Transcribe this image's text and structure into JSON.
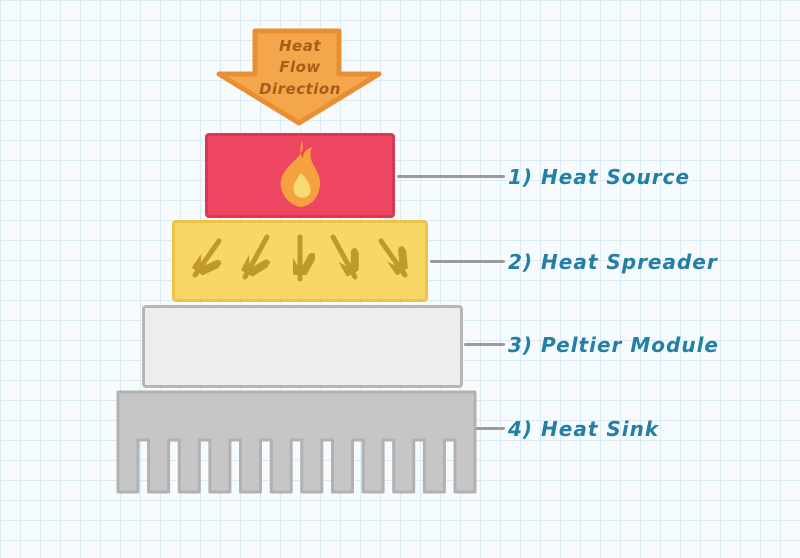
{
  "diagram": {
    "flow_arrow": {
      "label": "Heat\nFlow\nDirection"
    },
    "layers": [
      {
        "name": "Heat Source",
        "annotation": "1) Heat Source"
      },
      {
        "name": "Heat Spreader",
        "annotation": "2) Heat Spreader"
      },
      {
        "name": "Peltier Module",
        "annotation": "3) Peltier Module"
      },
      {
        "name": "Heat Sink",
        "annotation": "4) Heat Sink"
      }
    ],
    "icons": {
      "flow_arrow": "down-arrow-icon",
      "heat_source": "flame-icon",
      "heat_spreader": "spread-arrow-icon"
    }
  },
  "colors": {
    "canvas_bg": "#f7fbfd",
    "grid_line": "#d9ebf4",
    "arrow_fill": "#f4a74a",
    "arrow_border": "#e98f33",
    "arrow_text": "#a85c18",
    "heat_source": "#ee4660",
    "heat_source_border": "#d93853",
    "flame_outer": "#f5a13d",
    "flame_inner": "#f8da74",
    "spreader": "#f8d766",
    "spreader_border": "#edc348",
    "spread_arrow": "#bf992b",
    "peltier": "#ededed",
    "peltier_border": "#b6b6b6",
    "heatsink": "#c6c6c6",
    "heatsink_border": "#b1b1b1",
    "label_text": "#237fa5",
    "connector": "#9b9b9b"
  }
}
